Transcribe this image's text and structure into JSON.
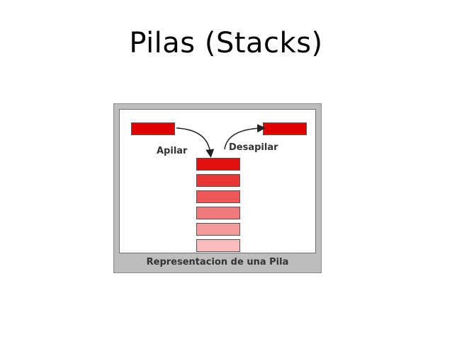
{
  "slide": {
    "title": "Pilas (Stacks)"
  },
  "diagram": {
    "push_label": "Apilar",
    "pop_label": "Desapilar",
    "caption": "Representacion de una Pila",
    "colors": {
      "incoming_block": "#e00000",
      "outgoing_block": "#e00000",
      "stack_blocks": [
        "#e20f0f",
        "#e83535",
        "#ee5757",
        "#f27a7a",
        "#f59a9a",
        "#f8bcbc"
      ],
      "frame": "#bdbdbd"
    },
    "stack_size": 6
  }
}
